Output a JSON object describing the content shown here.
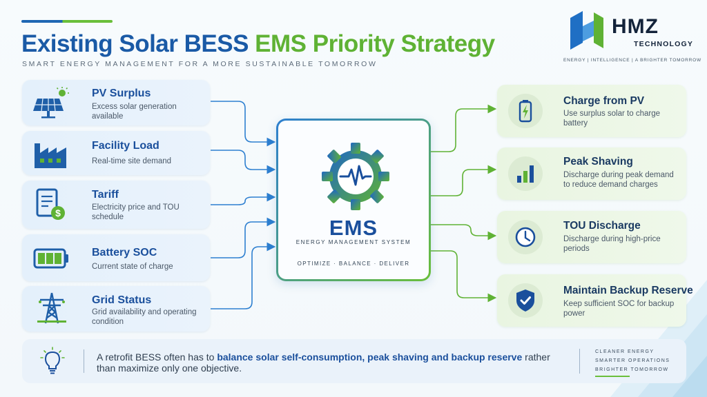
{
  "header": {
    "title_part1": "Existing Solar BESS ",
    "title_part2": "EMS Priority Strategy",
    "subtitle": "SMART ENERGY MANAGEMENT FOR A MORE SUSTAINABLE TOMORROW"
  },
  "logo": {
    "name": "HMZ",
    "sub": "TECHNOLOGY",
    "tagline": "ENERGY  |  INTELLIGENCE  |  A BRIGHTER TOMORROW"
  },
  "inputs": [
    {
      "title": "PV Surplus",
      "desc": "Excess solar generation available",
      "icon": "solar-panel-icon"
    },
    {
      "title": "Facility Load",
      "desc": "Real-time site demand",
      "icon": "factory-icon"
    },
    {
      "title": "Tariff",
      "desc": "Electricity price and TOU schedule",
      "icon": "tariff-bill-icon"
    },
    {
      "title": "Battery SOC",
      "desc": "Current state of charge",
      "icon": "battery-icon"
    },
    {
      "title": "Grid Status",
      "desc": "Grid availability and operating condition",
      "icon": "transmission-tower-icon"
    }
  ],
  "ems": {
    "name": "EMS",
    "subtitle": "ENERGY MANAGEMENT SYSTEM",
    "tagline": "OPTIMIZE  ·  BALANCE  ·  DELIVER",
    "icon": "gear-pulse-icon"
  },
  "outputs": [
    {
      "title": "Charge from PV",
      "desc": "Use surplus solar to charge battery",
      "icon": "battery-charge-icon"
    },
    {
      "title": "Peak Shaving",
      "desc": "Discharge during peak demand to reduce demand charges",
      "icon": "bar-chart-icon"
    },
    {
      "title": "TOU Discharge",
      "desc": "Discharge during high-price periods",
      "icon": "clock-icon"
    },
    {
      "title": "Maintain Backup Reserve",
      "desc": "Keep sufficient SOC for backup power",
      "icon": "shield-check-icon"
    }
  ],
  "note": {
    "text_before": "A retrofit BESS often has to ",
    "text_bold": "balance solar self-consumption, peak shaving and backup reserve",
    "text_after": " rather than maximize only one objective.",
    "icon": "lightbulb-icon",
    "tags": [
      "CLEANER ENERGY",
      "SMARTER OPERATIONS",
      "BRIGHTER TOMORROW"
    ]
  },
  "colors": {
    "blue": "#1a5aa6",
    "green": "#5fb234",
    "navy": "#13233a"
  }
}
